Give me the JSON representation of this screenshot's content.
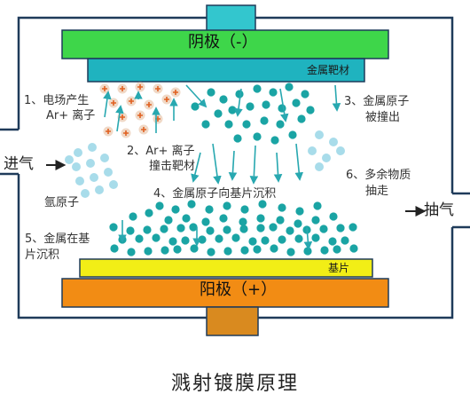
{
  "colors": {
    "chamber_line": "#1f3b5a",
    "cathode_plate": "#3ed64a",
    "target_plate": "#1fb3bf",
    "top_knob": "#33c6ce",
    "substrate": "#f2ee16",
    "anode_plate": "#f28c14",
    "anode_stem": "#d98a1f",
    "metal_atom": "#1aa4a4",
    "ion_fill": "#f0d9c7",
    "ion_mark": "#e06020",
    "argon_atom": "#a8dcea",
    "arrow": "#28a8b0"
  },
  "labels": {
    "cathode": "阴极（-）",
    "target": "金属靶材",
    "substrate": "基片",
    "anode": "阳极（+）",
    "gas_in": "进气",
    "pump_out": "抽气",
    "argon_atom": "氩原子",
    "step1_line1": "1、电场产生",
    "step1_line2": "Ar+ 离子",
    "step2_line1": "2、Ar+ 离子",
    "step2_line2": "撞击靶材",
    "step3_line1": "3、金属原子",
    "step3_line2": "被撞出",
    "step4": "4、金属原子向基片沉积",
    "step5_line1": "5、金属在基",
    "step5_line2": "片沉积",
    "step6_line1": "6、多余物质",
    "step6_line2": "抽走"
  },
  "caption": "溅射镀膜原理"
}
